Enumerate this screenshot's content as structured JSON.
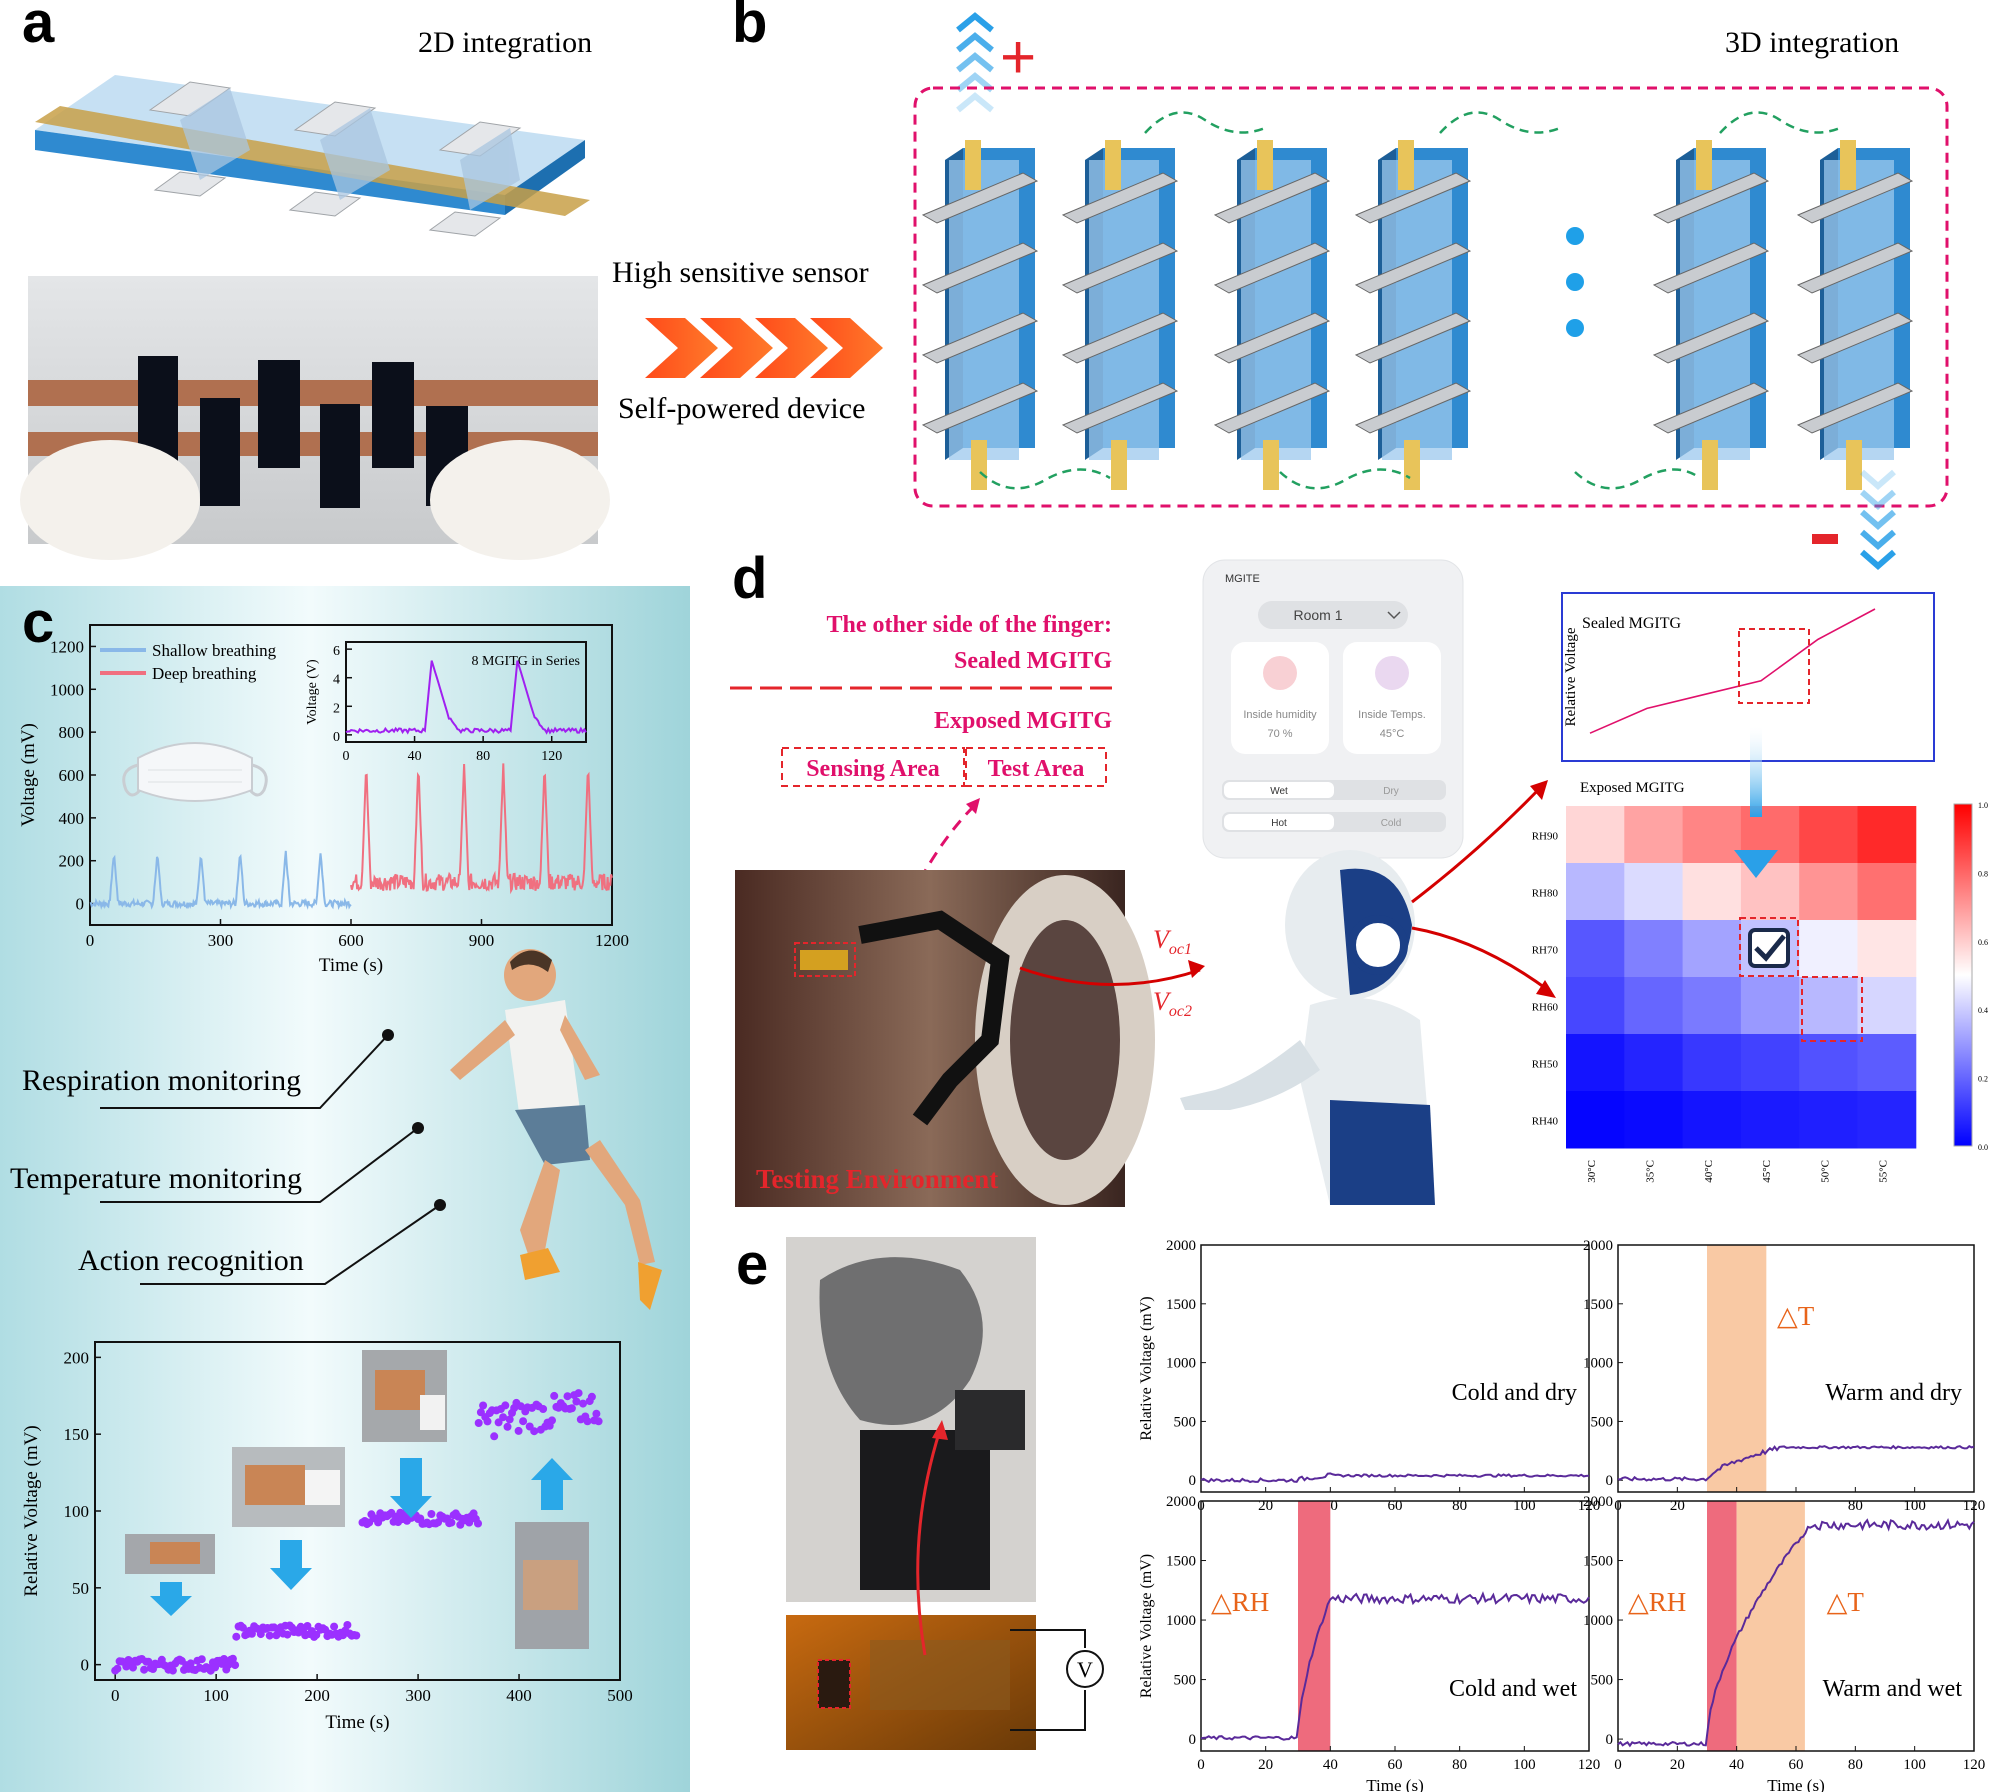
{
  "panels": {
    "a": {
      "letter": "a",
      "title": "2D integration"
    },
    "b": {
      "letter": "b",
      "title": "3D integration",
      "plus": "+",
      "minus": "-"
    },
    "arrow": {
      "top": "High sensitive sensor",
      "bottom": "Self-powered device"
    },
    "c": {
      "letter": "c",
      "labels": [
        "Respiration monitoring",
        "Temperature monitoring",
        "Action recognition"
      ]
    },
    "d": {
      "letter": "d",
      "sealed_line1": "The other side of the finger:",
      "sealed_line2": "Sealed MGITG",
      "exposed": "Exposed MGITG",
      "sensing": "Sensing Area",
      "test": "Test Area",
      "env": "Testing Environment",
      "voc1": "V",
      "voc1_sub": "oc1",
      "voc2": "V",
      "voc2_sub": "oc2"
    },
    "e": {
      "letter": "e",
      "meter": "V"
    }
  },
  "phone": {
    "app": "MGITE",
    "room": "Room 1",
    "card1_label": "Inside humidity",
    "card1_value": "70 %",
    "card2_label": "Inside Temps.",
    "card2_value": "45°C",
    "seg1": [
      "Wet",
      "Dry"
    ],
    "seg2": [
      "Hot",
      "Cold"
    ]
  },
  "colors": {
    "series_shallow": "#8ab8e8",
    "series_deep": "#f07080",
    "purple": "#a020f0",
    "dot": "#9b30ff",
    "pink": "#e0106b",
    "red": "#e4252b",
    "heat_low": "#0000ff",
    "heat_high": "#ff0000",
    "dT": "#f9c9a4",
    "dRH": "#ee6b7d"
  },
  "chart_data": [
    {
      "id": "c_breath",
      "type": "line",
      "xlabel": "Time (s)",
      "ylabel": "Voltage (mV)",
      "xlim": [
        0,
        1200
      ],
      "ylim": [
        -100,
        1300
      ],
      "xticks": [
        0,
        300,
        600,
        900,
        1200
      ],
      "yticks": [
        0,
        200,
        400,
        600,
        800,
        1000,
        1200
      ],
      "legend": [
        "Shallow breathing",
        "Deep breathing"
      ],
      "series": [
        {
          "name": "Shallow breathing",
          "x": [
            0,
            600
          ],
          "baseline": 0,
          "peak": 240,
          "peaks_x": [
            55,
            155,
            255,
            345,
            450,
            530
          ]
        },
        {
          "name": "Deep breathing",
          "x": [
            600,
            1200
          ],
          "baseline": 100,
          "peak": 650,
          "peaks_x": [
            635,
            755,
            860,
            950,
            1045,
            1145
          ]
        }
      ]
    },
    {
      "id": "c_inset",
      "type": "line",
      "title": "8 MGITG in Series",
      "ylabel": "Voltage (V)",
      "xlim": [
        0,
        140
      ],
      "ylim": [
        -0.5,
        6.5
      ],
      "xticks": [
        0,
        40,
        80,
        120
      ],
      "yticks": [
        0,
        2,
        4,
        6
      ],
      "series": [
        {
          "baseline": 0.3,
          "peaks_x": [
            50,
            100
          ],
          "peak": 5.2
        }
      ]
    },
    {
      "id": "c_action",
      "type": "scatter",
      "xlabel": "Time (s)",
      "ylabel": "Relative Voltage (mV)",
      "xlim": [
        -20,
        500
      ],
      "ylim": [
        -10,
        210
      ],
      "xticks": [
        0,
        100,
        200,
        300,
        400,
        500
      ],
      "yticks": [
        0,
        50,
        100,
        150,
        200
      ],
      "segments": [
        {
          "x": [
            0,
            120
          ],
          "y": 0
        },
        {
          "x": [
            120,
            240
          ],
          "y": 22
        },
        {
          "x": [
            245,
            360
          ],
          "y": 95
        },
        {
          "x": [
            360,
            480
          ],
          "y": 158
        }
      ]
    },
    {
      "id": "d_sealed",
      "type": "line",
      "title": "Sealed MGITG",
      "ylabel": "Relative Voltage",
      "x": [
        0,
        1,
        2,
        3,
        4,
        5
      ],
      "values": [
        10,
        28,
        38,
        48,
        78,
        100
      ]
    },
    {
      "id": "d_heat",
      "type": "heatmap",
      "title": "Exposed MGITG",
      "x_labels": [
        "30°C",
        "35°C",
        "40°C",
        "45°C",
        "50°C",
        "55°C"
      ],
      "y_labels": [
        "RH90",
        "RH80",
        "RH70",
        "RH60",
        "RH50",
        "RH40"
      ],
      "values": [
        [
          0.58,
          0.68,
          0.74,
          0.79,
          0.86,
          0.92
        ],
        [
          0.36,
          0.43,
          0.56,
          0.62,
          0.71,
          0.78
        ],
        [
          0.17,
          0.25,
          0.32,
          0.38,
          0.47,
          0.55
        ],
        [
          0.14,
          0.2,
          0.24,
          0.3,
          0.36,
          0.42
        ],
        [
          0.04,
          0.07,
          0.11,
          0.13,
          0.16,
          0.18
        ],
        [
          0.01,
          0.02,
          0.04,
          0.05,
          0.06,
          0.07
        ]
      ],
      "colorbar_ticks": [
        0.0,
        0.2,
        0.4,
        0.6,
        0.8,
        1.0
      ]
    },
    {
      "id": "e_grid",
      "type": "line",
      "xlabel": "Time (s)",
      "ylabel": "Relative Voltage (mV)",
      "xlim": [
        0,
        120
      ],
      "ylim": [
        -100,
        2000
      ],
      "xticks": [
        0,
        20,
        40,
        60,
        80,
        100,
        120
      ],
      "yticks": [
        0,
        500,
        1000,
        1500,
        2000
      ],
      "subplots": [
        {
          "label": "Cold and dry",
          "final": 40,
          "rise": [
            30,
            40
          ],
          "bands": []
        },
        {
          "label": "Warm and dry",
          "final": 280,
          "rise": [
            30,
            55
          ],
          "bands": [
            {
              "name": "△T",
              "x": [
                30,
                50
              ]
            }
          ]
        },
        {
          "label": "Cold and wet",
          "final": 1180,
          "rise": [
            30,
            40
          ],
          "bands": [
            {
              "name": "△RH",
              "x": [
                30,
                40
              ]
            }
          ]
        },
        {
          "label": "Warm and wet",
          "final": 1800,
          "rise": [
            30,
            65
          ],
          "bands": [
            {
              "name": "△RH",
              "x": [
                30,
                40
              ]
            },
            {
              "name": "△T",
              "x": [
                40,
                63
              ]
            }
          ]
        }
      ]
    }
  ]
}
